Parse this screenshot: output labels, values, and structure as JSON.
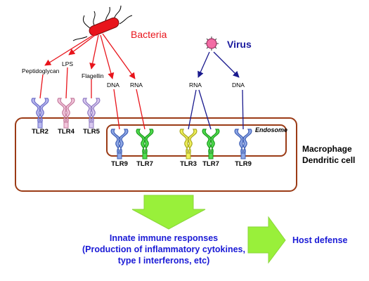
{
  "sources": {
    "bacteria": "Bacteria",
    "virus": "Virus"
  },
  "ligands": {
    "peptidoglycan": "Peptidoglycan",
    "lps": "LPS",
    "flagellin": "Flagellin",
    "bacterial_dna": "DNA",
    "bacterial_rna": "RNA",
    "viral_rna": "RNA",
    "viral_dna": "DNA"
  },
  "receptors": [
    {
      "label": "TLR2",
      "color": "#b9b9ef",
      "stroke": "#6e6ec8"
    },
    {
      "label": "TLR4",
      "color": "#f2c6dc",
      "stroke": "#c47a9c"
    },
    {
      "label": "TLR5",
      "color": "#d9c9ef",
      "stroke": "#8f7ac2"
    },
    {
      "label": "TLR9",
      "color": "#8fa8e6",
      "stroke": "#3f5fb5"
    },
    {
      "label": "TLR7",
      "color": "#4fdc4f",
      "stroke": "#1e9a1e"
    },
    {
      "label": "TLR3",
      "color": "#f0f05a",
      "stroke": "#a8a820"
    },
    {
      "label": "TLR7",
      "color": "#4fdc4f",
      "stroke": "#1e9a1e"
    },
    {
      "label": "TLR9",
      "color": "#8fa8e6",
      "stroke": "#3f5fb5"
    }
  ],
  "compartment": "Endosome",
  "cell_types": [
    "Macrophage",
    "Dendritic cell"
  ],
  "responses": [
    "Innate immune responses",
    "(Production of inflammatory cytokines,",
    "type I interferons, etc)"
  ],
  "outcome": "Host defense",
  "colors": {
    "bacterial_arrow": "#e8141b",
    "viral_arrow": "#1a1a8e",
    "cell_border": "#9b3b16",
    "big_arrow": "#99f03a",
    "response_text": "#1a1ad6"
  }
}
